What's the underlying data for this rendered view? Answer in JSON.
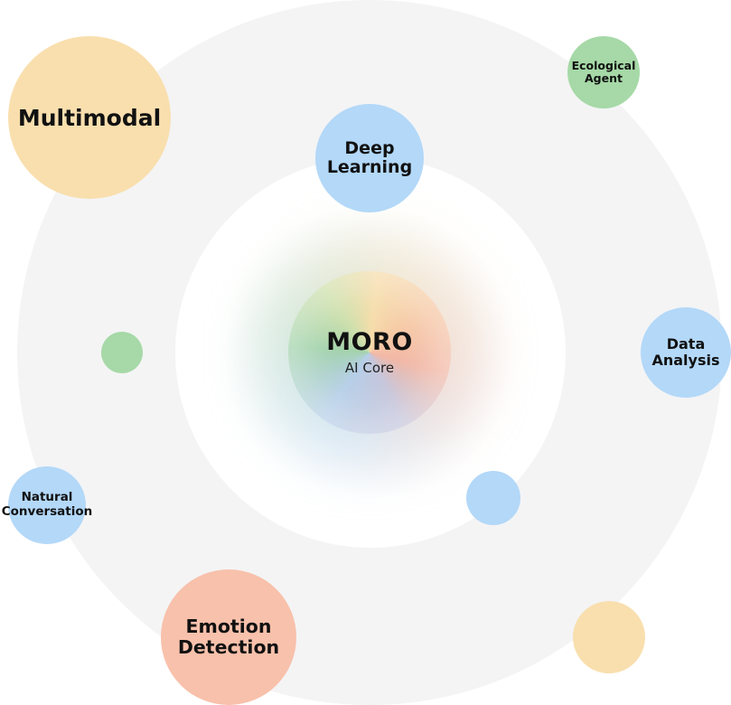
{
  "core": {
    "title": "MORO",
    "subtitle": "AI Core"
  },
  "nodes": {
    "multimodal": {
      "label": "Multimodal",
      "color": "#f9dfae"
    },
    "deep_learning": {
      "line1": "Deep",
      "line2": "Learning",
      "color": "#b3d8f8"
    },
    "ecological_agent": {
      "line1": "Ecological",
      "line2": "Agent",
      "color": "#a6d9a7"
    },
    "data_analysis": {
      "line1": "Data",
      "line2": "Analysis",
      "color": "#b3d8f8"
    },
    "natural_conversation": {
      "line1": "Natural",
      "line2": "Conversation",
      "color": "#b3d8f8"
    },
    "emotion_detection": {
      "line1": "Emotion",
      "line2": "Detection",
      "color": "#f8c1ab"
    }
  },
  "colors": {
    "outer_ring": "#f4f4f5",
    "inner_ring": "#ffffff",
    "blue": "#b3d8f8",
    "green": "#a6d9a7",
    "orange": "#f9dfae",
    "salmon": "#f8c1ab"
  }
}
